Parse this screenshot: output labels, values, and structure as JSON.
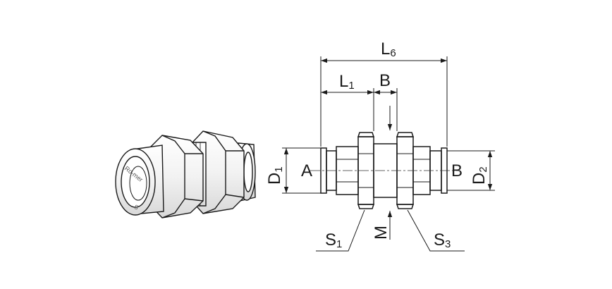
{
  "product": {
    "body_marking": "Ro-mer",
    "size_marking": "8"
  },
  "dimensions": {
    "L6": {
      "base": "L",
      "sub": "6"
    },
    "L1": {
      "base": "L",
      "sub": "1"
    },
    "B_width": {
      "base": "B"
    },
    "D1": {
      "base": "D",
      "sub": "1"
    },
    "D2": {
      "base": "D",
      "sub": "2"
    },
    "port_A": {
      "base": "A"
    },
    "port_B": {
      "base": "B"
    },
    "S1": {
      "base": "S",
      "sub": "1"
    },
    "S3": {
      "base": "S",
      "sub": "3"
    },
    "M": {
      "base": "M"
    }
  },
  "colors": {
    "line": "#1a1a1a",
    "centerline": "#333333",
    "shade": "#e6e6e6"
  }
}
